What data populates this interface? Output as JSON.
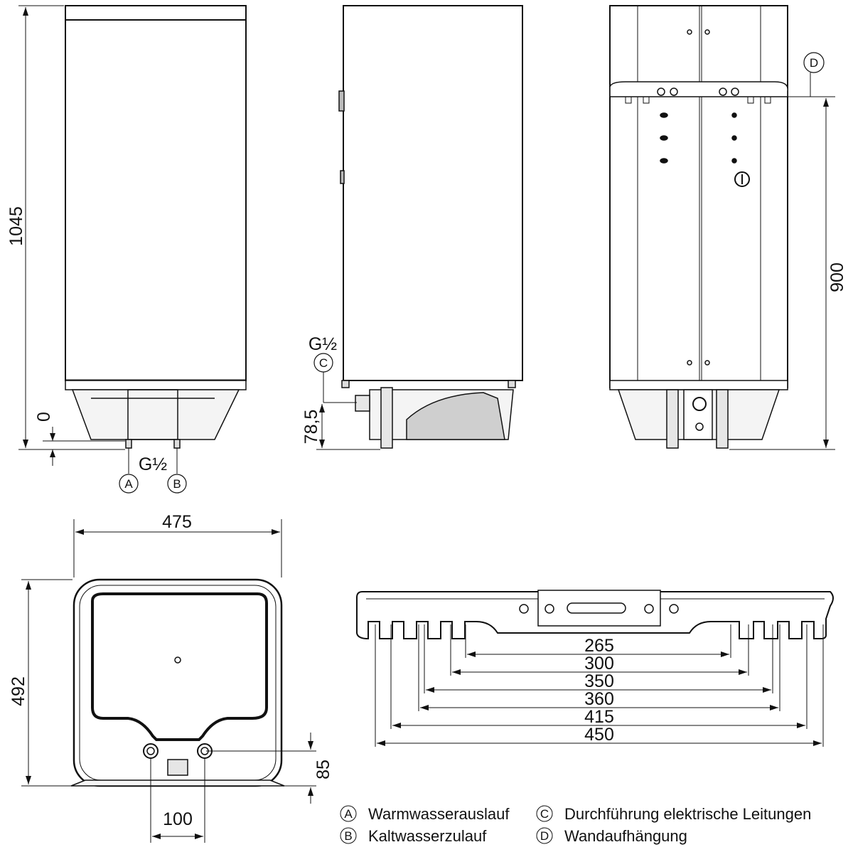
{
  "dimensions": {
    "height_total": "1045",
    "zero": "0",
    "thread_ab": "G½",
    "thread_c": "G½",
    "c_height": "78,5",
    "hanger_height": "900",
    "width": "475",
    "depth": "492",
    "pipe_offset": "85",
    "pipe_spacing": "100",
    "slot_spacings": [
      "265",
      "300",
      "350",
      "360",
      "415",
      "450"
    ]
  },
  "markers": {
    "a": "A",
    "b": "B",
    "c": "C",
    "d": "D"
  },
  "legend": [
    {
      "letter": "A",
      "text": "Warmwasserauslauf"
    },
    {
      "letter": "B",
      "text": "Kaltwasserzulauf"
    },
    {
      "letter": "C",
      "text": "Durchführung elektrische Leitungen"
    },
    {
      "letter": "D",
      "text": "Wandaufhängung"
    }
  ],
  "colors": {
    "line": "#111111",
    "panel_fill": "#ffffff",
    "base_fill": "#f4f4f4",
    "slot_fill": "#ffffff"
  }
}
